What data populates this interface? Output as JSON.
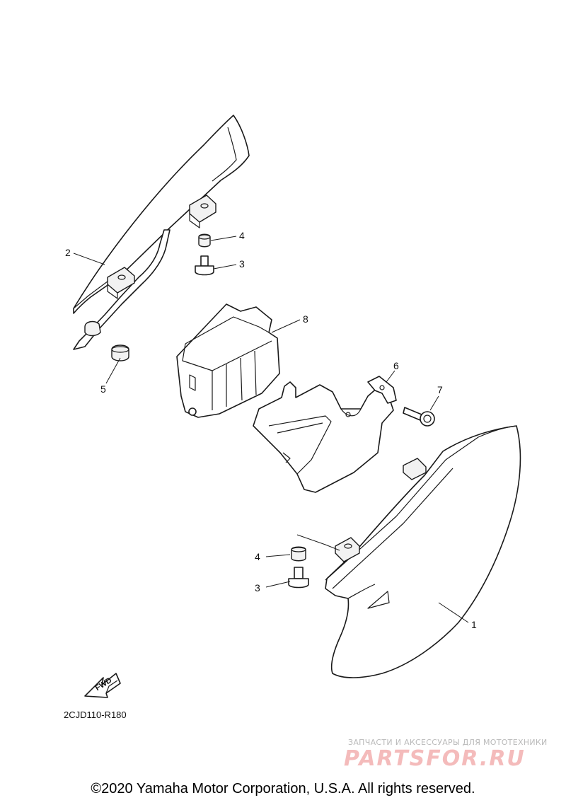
{
  "callouts": {
    "c1": "1",
    "c2": "2",
    "c3a": "3",
    "c3b": "3",
    "c4a": "4",
    "c4b": "4",
    "c5": "5",
    "c6": "6",
    "c7": "7",
    "c8": "8"
  },
  "fwd_label": "FWD",
  "diagram_code": "2CJD110-R180",
  "watermark": {
    "tagline": "ЗАПЧАСТИ И АКСЕССУАРЫ ДЛЯ МОТОТЕХНИКИ",
    "logo": "PARTSFOR.RU"
  },
  "copyright": "©2020 Yamaha Motor Corporation, U.S.A. All rights reserved.",
  "colors": {
    "line": "#1a1a1a",
    "watermark_logo": "#f3b4b4",
    "watermark_text": "#b9b9b9"
  }
}
